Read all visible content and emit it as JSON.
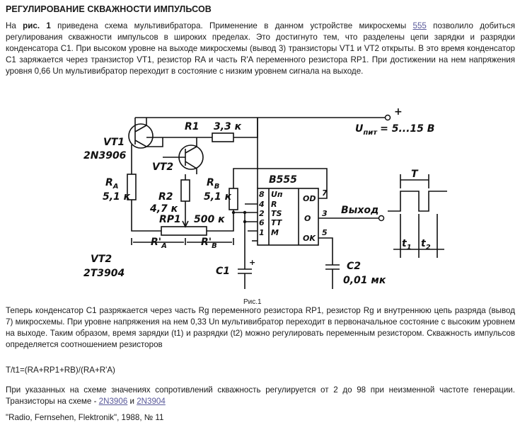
{
  "title": "РЕГУЛИРОВАНИЕ СКВАЖНОСТИ ИМПУЛЬСОВ",
  "para1": {
    "t1": "На ",
    "fig_ref": "рис. 1",
    "t2": " приведена схема мультивибратора. Применение в данном устройстве микросхемы ",
    "chip_link": "555",
    "t3": " позволило добиться регулирования скважности импульсов в широких пределах. Это достигнуто тем, что разделены цепи зарядки и разрядки конденсатора С1. При высоком уровне на выходе микросхемы (вывод 3) транзисторы VT1 и VT2 открыты. В это время конденсатор С1 заряжается через транзистор VT1, резистор RA и часть R'A переменного резистора RP1. При достижении на нем напряжения уровня 0,66 Un мультивибратор переходит в состояние с низким уровнем сигнала на выходе."
  },
  "schematic": {
    "vt1": "VT1",
    "vt1_type": "2N3906",
    "vt2": "VT2",
    "vt2_type_bottom": "VT2",
    "vt2_type": "2T3904",
    "r1": "R1",
    "r1_val": "3,3 к",
    "supply": "U",
    "supply_sub": "пит",
    "supply_val": "= 5...15 В",
    "plus": "+",
    "ra": "R",
    "ra_sub": "A",
    "ra_val": "5,1 к",
    "r2": "R2",
    "r2_val": "4,7 к",
    "rb": "R",
    "rb_sub": "B",
    "rb_val": "5,1 к",
    "rp1": "RP1",
    "rp1_val": "500 к",
    "ra_prime": "R'",
    "ra_prime_sub": "A",
    "rb_prime": "R'",
    "rb_prime_sub": "B",
    "chip": "В555",
    "pins": {
      "p8": "8",
      "p4": "4",
      "p2": "2",
      "p6": "6",
      "p1": "1",
      "p7": "7",
      "p3": "3",
      "p5": "5",
      "vp": "Uп",
      "r": "R",
      "ts": "TS",
      "tt": "TT",
      "m": "M",
      "od": "OD",
      "o": "O",
      "ok": "OK"
    },
    "c1": "C1",
    "c2": "C2",
    "c2_val": "0,01 мк",
    "output": "Выход",
    "period": "T",
    "t1": "t",
    "t1_sub": "1",
    "t2": "t",
    "t2_sub": "2",
    "caption": "Рис.1"
  },
  "para2": "Теперь конденсатор С1 разряжается через часть Rg переменного резистора RP1, резистор Rg и внутреннюю цепь разряда (вывод 7) микросхемы. При уровне напряжения на нем 0,33 Un мультивибратор переходит в первоначальное состояние с высоким уровнем на выходе. Таким образом, время зарядки (t1) и разрядки (t2) можно регулировать переменным резистором. Скважность импульсов определяется соотношением резисторов",
  "formula": "T/t1=(RA+RP1+RB)/(RA+R'A)",
  "para3": {
    "t1": "При указанных на схеме значениях сопротивлений скважность регулируется от 2 до 98 при неизменной частоте генерации. Транзисторы на схеме - ",
    "link1": "2N3906",
    "and": " и ",
    "link2": "2N3904"
  },
  "source": "\"Radio, Fernsehen, Flektronik\", 1988, № 11"
}
